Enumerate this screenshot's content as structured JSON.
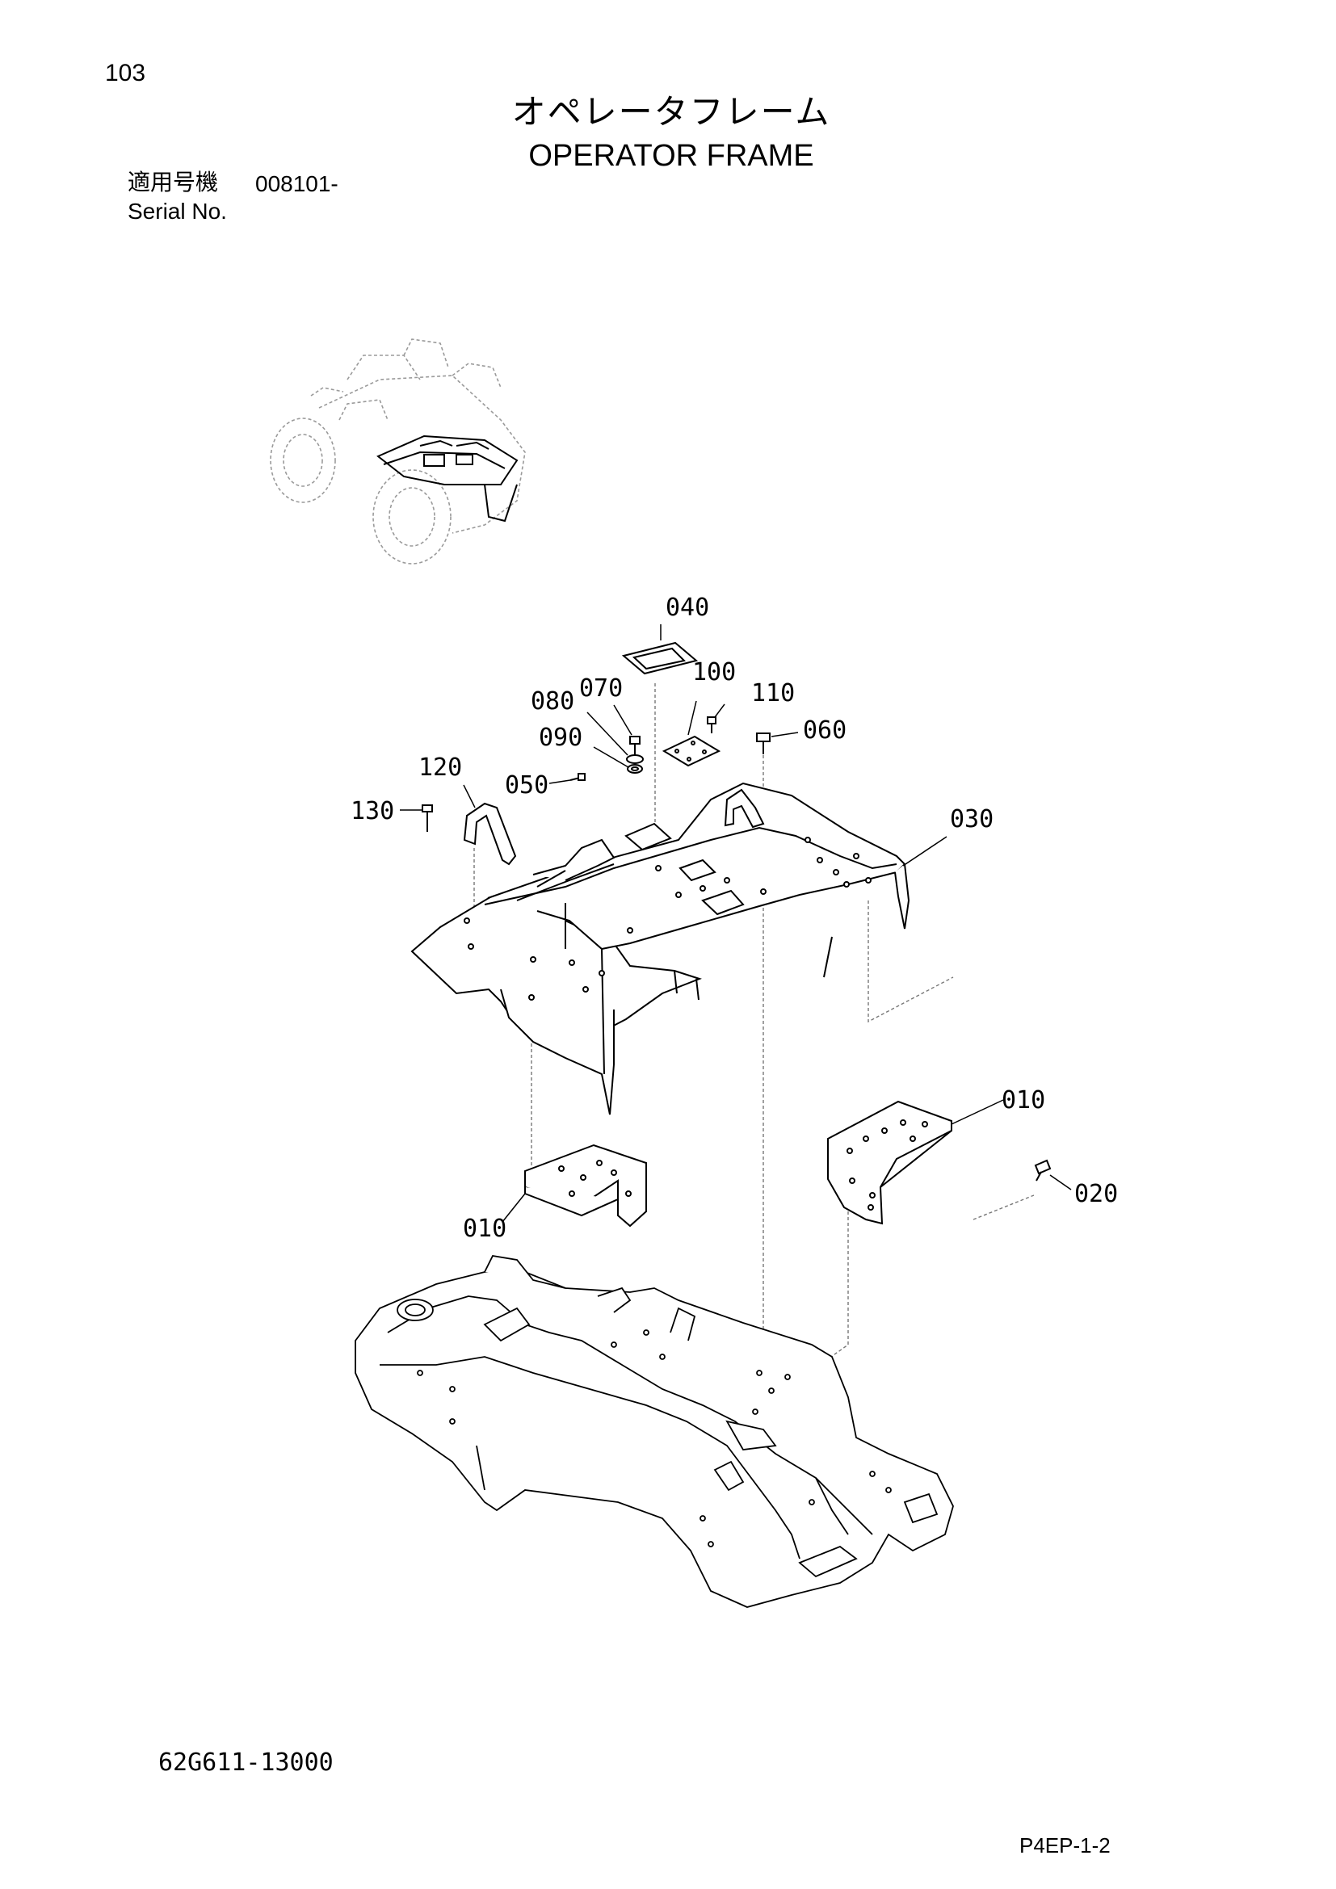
{
  "page": {
    "page_number": "103",
    "title_ja": "オペレータフレーム",
    "title_en": "OPERATOR FRAME",
    "serial_label_ja": "適用号機",
    "serial_value": "008101-",
    "serial_label_en": "Serial No.",
    "drawing_number": "62G611-13000",
    "sheet_code": "P4EP-1-2"
  },
  "callouts": {
    "c010a": "010",
    "c010b": "010",
    "c020": "020",
    "c030": "030",
    "c040": "040",
    "c050": "050",
    "c060": "060",
    "c070": "070",
    "c080": "080",
    "c090": "090",
    "c100": "100",
    "c110": "110",
    "c120": "120",
    "c130": "130"
  }
}
